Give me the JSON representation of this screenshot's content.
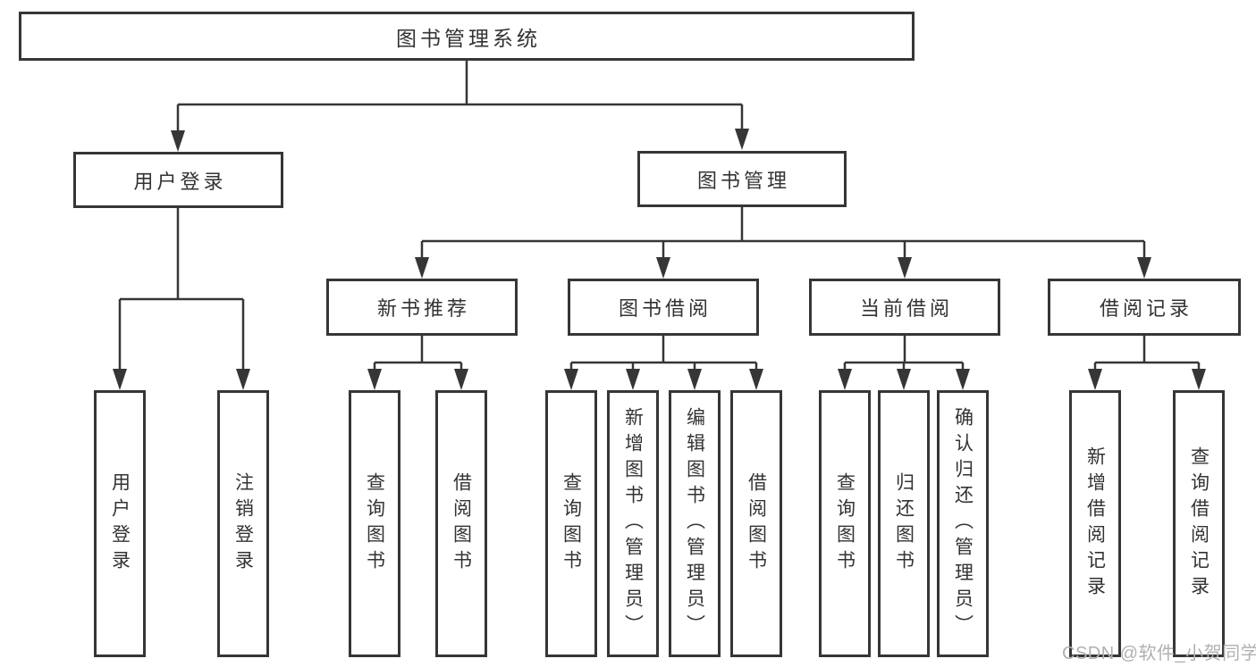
{
  "diagram": {
    "root": {
      "label": "图书管理系统"
    },
    "level2": [
      {
        "label": "用户登录"
      },
      {
        "label": "图书管理"
      }
    ],
    "level3": [
      {
        "label": "新书推荐"
      },
      {
        "label": "图书借阅"
      },
      {
        "label": "当前借阅"
      },
      {
        "label": "借阅记录"
      }
    ],
    "leaves": {
      "user_login": [
        "用户登录",
        "注销登录"
      ],
      "new_book": [
        "查询图书",
        "借阅图书"
      ],
      "book_borrow": [
        "查询图书",
        "新增图书（管理员）",
        "编辑图书（管理员）",
        "借阅图书"
      ],
      "current_borrow": [
        "查询图书",
        "归还图书",
        "确认归还（管理员）"
      ],
      "borrow_records": [
        "新增借阅记录",
        "查询借阅记录"
      ]
    },
    "colors": {
      "line": "#363636",
      "text": "#333333",
      "background": "#ffffff",
      "watermark": "#b0b0b0"
    }
  },
  "watermark": {
    "text": "CSDN @软件_小贺同学"
  }
}
